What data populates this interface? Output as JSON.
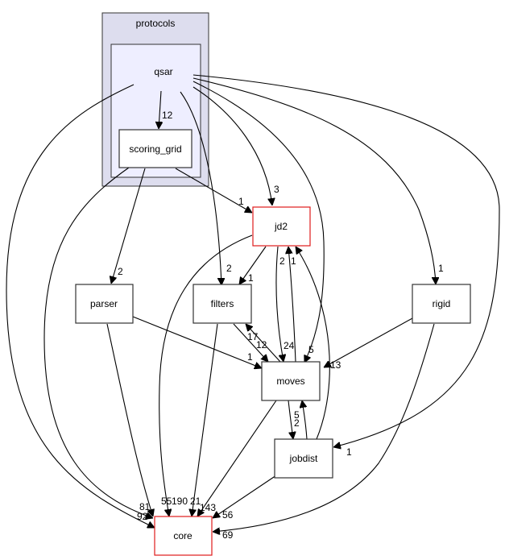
{
  "graph": {
    "clusters": {
      "protocols": "protocols",
      "qsar": "qsar"
    },
    "nodes": {
      "scoring_grid": "scoring_grid",
      "jd2": "jd2",
      "parser": "parser",
      "filters": "filters",
      "rigid": "rigid",
      "moves": "moves",
      "jobdist": "jobdist",
      "core": "core"
    },
    "colors": {
      "cluster_outer_fill": "#ddddee",
      "cluster_inner_fill": "#eeeeff",
      "highlight_border": "#e01c1c",
      "default_border": "#333333"
    },
    "edges": [
      {
        "from": "qsar",
        "to": "scoring_grid",
        "label": "12"
      },
      {
        "from": "qsar",
        "to": "core",
        "label": "81"
      },
      {
        "from": "qsar",
        "to": "filters",
        "label": "2"
      },
      {
        "from": "qsar",
        "to": "jd2",
        "label": "3"
      },
      {
        "from": "qsar",
        "to": "moves",
        "label": "5"
      },
      {
        "from": "qsar",
        "to": "rigid",
        "label": "1"
      },
      {
        "from": "qsar",
        "to": "jobdist",
        "label": "1"
      },
      {
        "from": "scoring_grid",
        "to": "core",
        "label": "92"
      },
      {
        "from": "scoring_grid",
        "to": "parser",
        "label": "2"
      },
      {
        "from": "scoring_grid",
        "to": "jd2",
        "label": "1"
      },
      {
        "from": "jd2",
        "to": "filters",
        "label": "1"
      },
      {
        "from": "jd2",
        "to": "core",
        "label": "55"
      },
      {
        "from": "jd2",
        "to": "moves",
        "label": "24"
      },
      {
        "from": "moves",
        "to": "jd2",
        "label": "2"
      },
      {
        "from": "jobdist",
        "to": "jd2",
        "label": "1"
      },
      {
        "from": "parser",
        "to": "moves",
        "label": "1"
      },
      {
        "from": "parser",
        "to": "core",
        "label": "190"
      },
      {
        "from": "filters",
        "to": "moves",
        "label": "12"
      },
      {
        "from": "moves",
        "to": "filters",
        "label": "17"
      },
      {
        "from": "filters",
        "to": "core",
        "label": "21"
      },
      {
        "from": "rigid",
        "to": "moves",
        "label": "13"
      },
      {
        "from": "rigid",
        "to": "core",
        "label": "69"
      },
      {
        "from": "moves",
        "to": "jobdist",
        "label": "2"
      },
      {
        "from": "jobdist",
        "to": "moves",
        "label": "5"
      },
      {
        "from": "moves",
        "to": "core",
        "label": "143"
      },
      {
        "from": "jobdist",
        "to": "core",
        "label": "56"
      }
    ]
  }
}
